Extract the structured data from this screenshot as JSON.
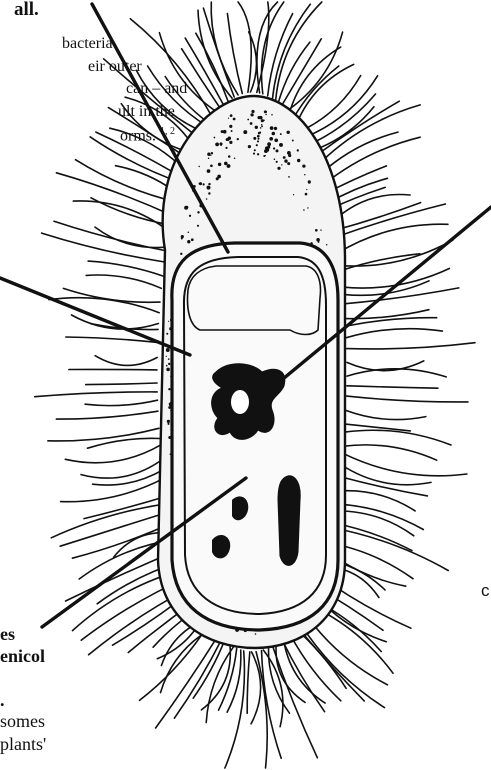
{
  "colors": {
    "ink": "#111111",
    "background": "#ffffff"
  },
  "text_top": {
    "heading": "all.",
    "lines": [
      "bacteria",
      "eir outer",
      "can – and",
      "ult in the",
      "orms."
    ],
    "superscript": "1, 2"
  },
  "text_bottom_left": {
    "lines": [
      "es",
      "enicol",
      ".",
      "somes",
      "plants'"
    ]
  },
  "text_right": {
    "fragment": "c"
  },
  "illustration": {
    "icon": "bacterium-with-pili-icon"
  }
}
